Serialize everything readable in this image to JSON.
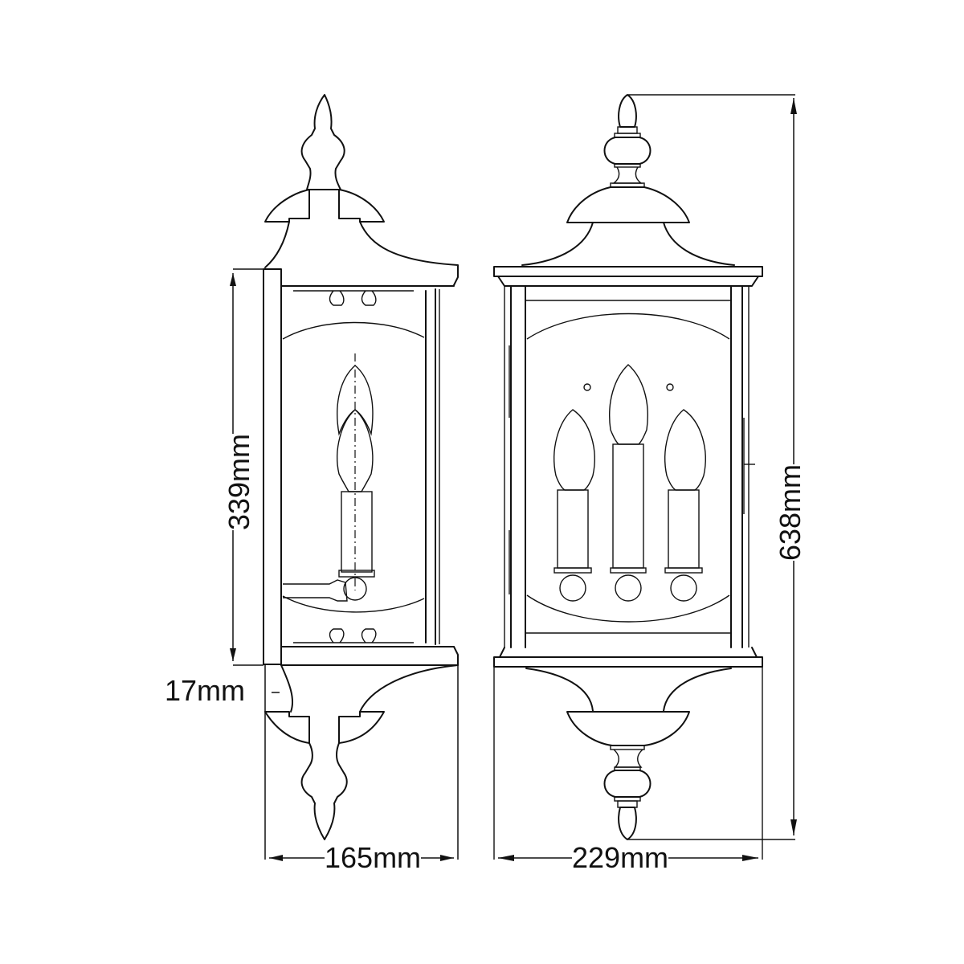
{
  "drawing": {
    "title": "Wall lantern dimension drawing",
    "views": [
      {
        "name": "side-view",
        "lights": 1
      },
      {
        "name": "front-view",
        "lights": 3
      }
    ]
  },
  "dimensions": {
    "side_glass_height": "339mm",
    "side_backplate_offset": "17mm",
    "side_depth": "165mm",
    "front_width": "229mm",
    "overall_height": "638mm"
  },
  "colors": {
    "line": "#111111",
    "background": "#ffffff"
  }
}
